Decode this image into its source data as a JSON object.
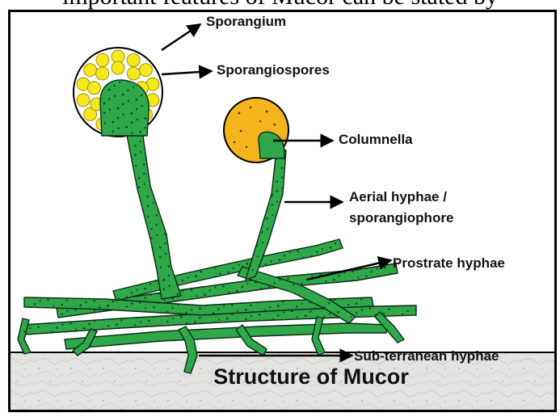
{
  "header_fragment": "important features of Mucor can be stated by",
  "title": "Structure of Mucor",
  "labels": {
    "sporangium": "Sporangium",
    "sporangiospores": "Sporangiospores",
    "columnella": "Columnella",
    "aerial_line1": "Aerial hyphae /",
    "aerial_line2": "sporangiophore",
    "prostrate": "Prostrate hyphae",
    "subterranean": "Sub-terranean hyphae"
  },
  "colors": {
    "hyphae": "#2fa84a",
    "spore": "#f5e81c",
    "columnella_sac": "#f6b41c",
    "ground": "#e3e3e1"
  }
}
